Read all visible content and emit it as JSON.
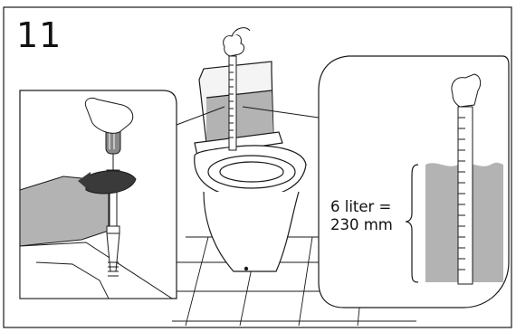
{
  "step": {
    "number": "11"
  },
  "callout": {
    "volume_label": "6 liter =",
    "height_label": "230 mm"
  },
  "figures": {
    "main": "toilet-with-measuring-stick-icon",
    "left_inset": "screwdriver-adjusting-float-icon",
    "right_inset": "water-level-measuring-stick-icon"
  },
  "colors": {
    "water": "#b3b3b3",
    "line": "#1a1a1a",
    "background": "#ffffff"
  }
}
